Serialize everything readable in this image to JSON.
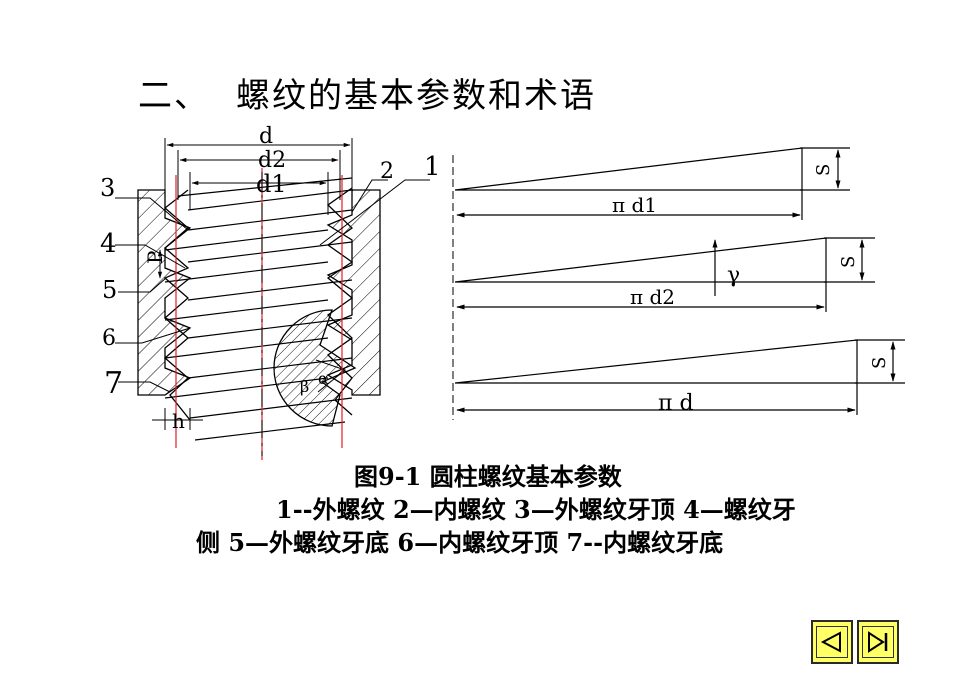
{
  "title": {
    "number": "二、",
    "text": "螺纹的基本参数和术语"
  },
  "caption": {
    "figure": "图9-1 圆柱螺纹基本参数",
    "line2": "1--外螺纹 2—内螺纹 3—外螺纹牙顶 4—螺纹牙",
    "line3": "侧 5—外螺纹牙底 6—内螺纹牙顶 7--内螺纹牙底"
  },
  "labels": {
    "d": "d",
    "d2": "d2",
    "d1": "d1",
    "n1": "1",
    "n2": "2",
    "n3": "3",
    "n4": "4",
    "n5": "5",
    "n6": "6",
    "n7": "7",
    "P": "P",
    "h": "h",
    "beta": "β",
    "alpha": "α",
    "pi_d1": "π d1",
    "pi_d2": "π d2",
    "pi_d": "π d",
    "S": "S",
    "gamma": "γ"
  },
  "nav": {
    "prev": "prev-slide-icon",
    "next": "last-slide-icon"
  },
  "colors": {
    "centerline": "#e0202a",
    "nav_bg": "#ffff66"
  }
}
